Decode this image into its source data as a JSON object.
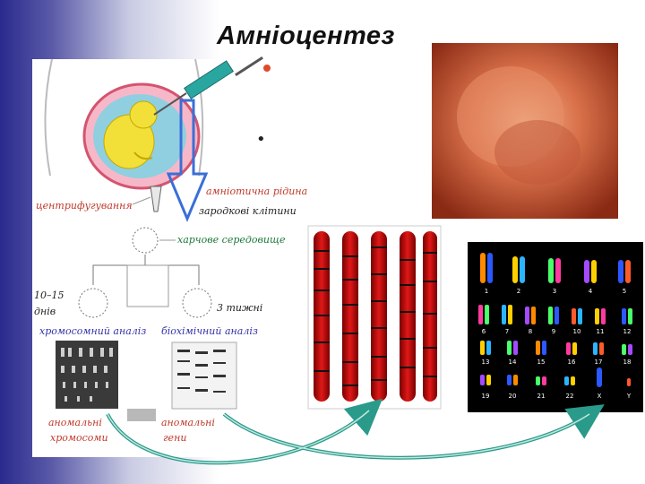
{
  "slide": {
    "title": "Амніоцентез",
    "bullet": "•"
  },
  "diagram": {
    "labels": {
      "amniotic_fluid": "амніотична рідина",
      "centrifuging": "центрифугування",
      "fetal_cells": "зародкові клітини",
      "nutrient_medium": "харчове середовище",
      "days_range": "10–15",
      "days_word": "днів",
      "weeks": "3 тижні",
      "chromosome_analysis": "хромосомний аналіз",
      "biochemical_analysis": "біохімічний аналіз",
      "abnormal_chromosomes_1": "аномальні",
      "abnormal_chromosomes_2": "хромосоми",
      "abnormal_genes_1": "аномальні",
      "abnormal_genes_2": "гени"
    }
  },
  "karyotype": {
    "row1": [
      "1",
      "2",
      "3",
      "4",
      "5"
    ],
    "row2": [
      "6",
      "7",
      "8",
      "9",
      "10",
      "11",
      "12"
    ],
    "row3": [
      "13",
      "14",
      "15",
      "16",
      "17",
      "18"
    ],
    "row4": [
      "19",
      "20",
      "21",
      "22",
      "X",
      "Y"
    ]
  },
  "colors": {
    "title": "#111111",
    "label_red": "#c0392b",
    "arrow_blue": "#3a6fd8",
    "arrow_teal": "#2a9a8a"
  }
}
